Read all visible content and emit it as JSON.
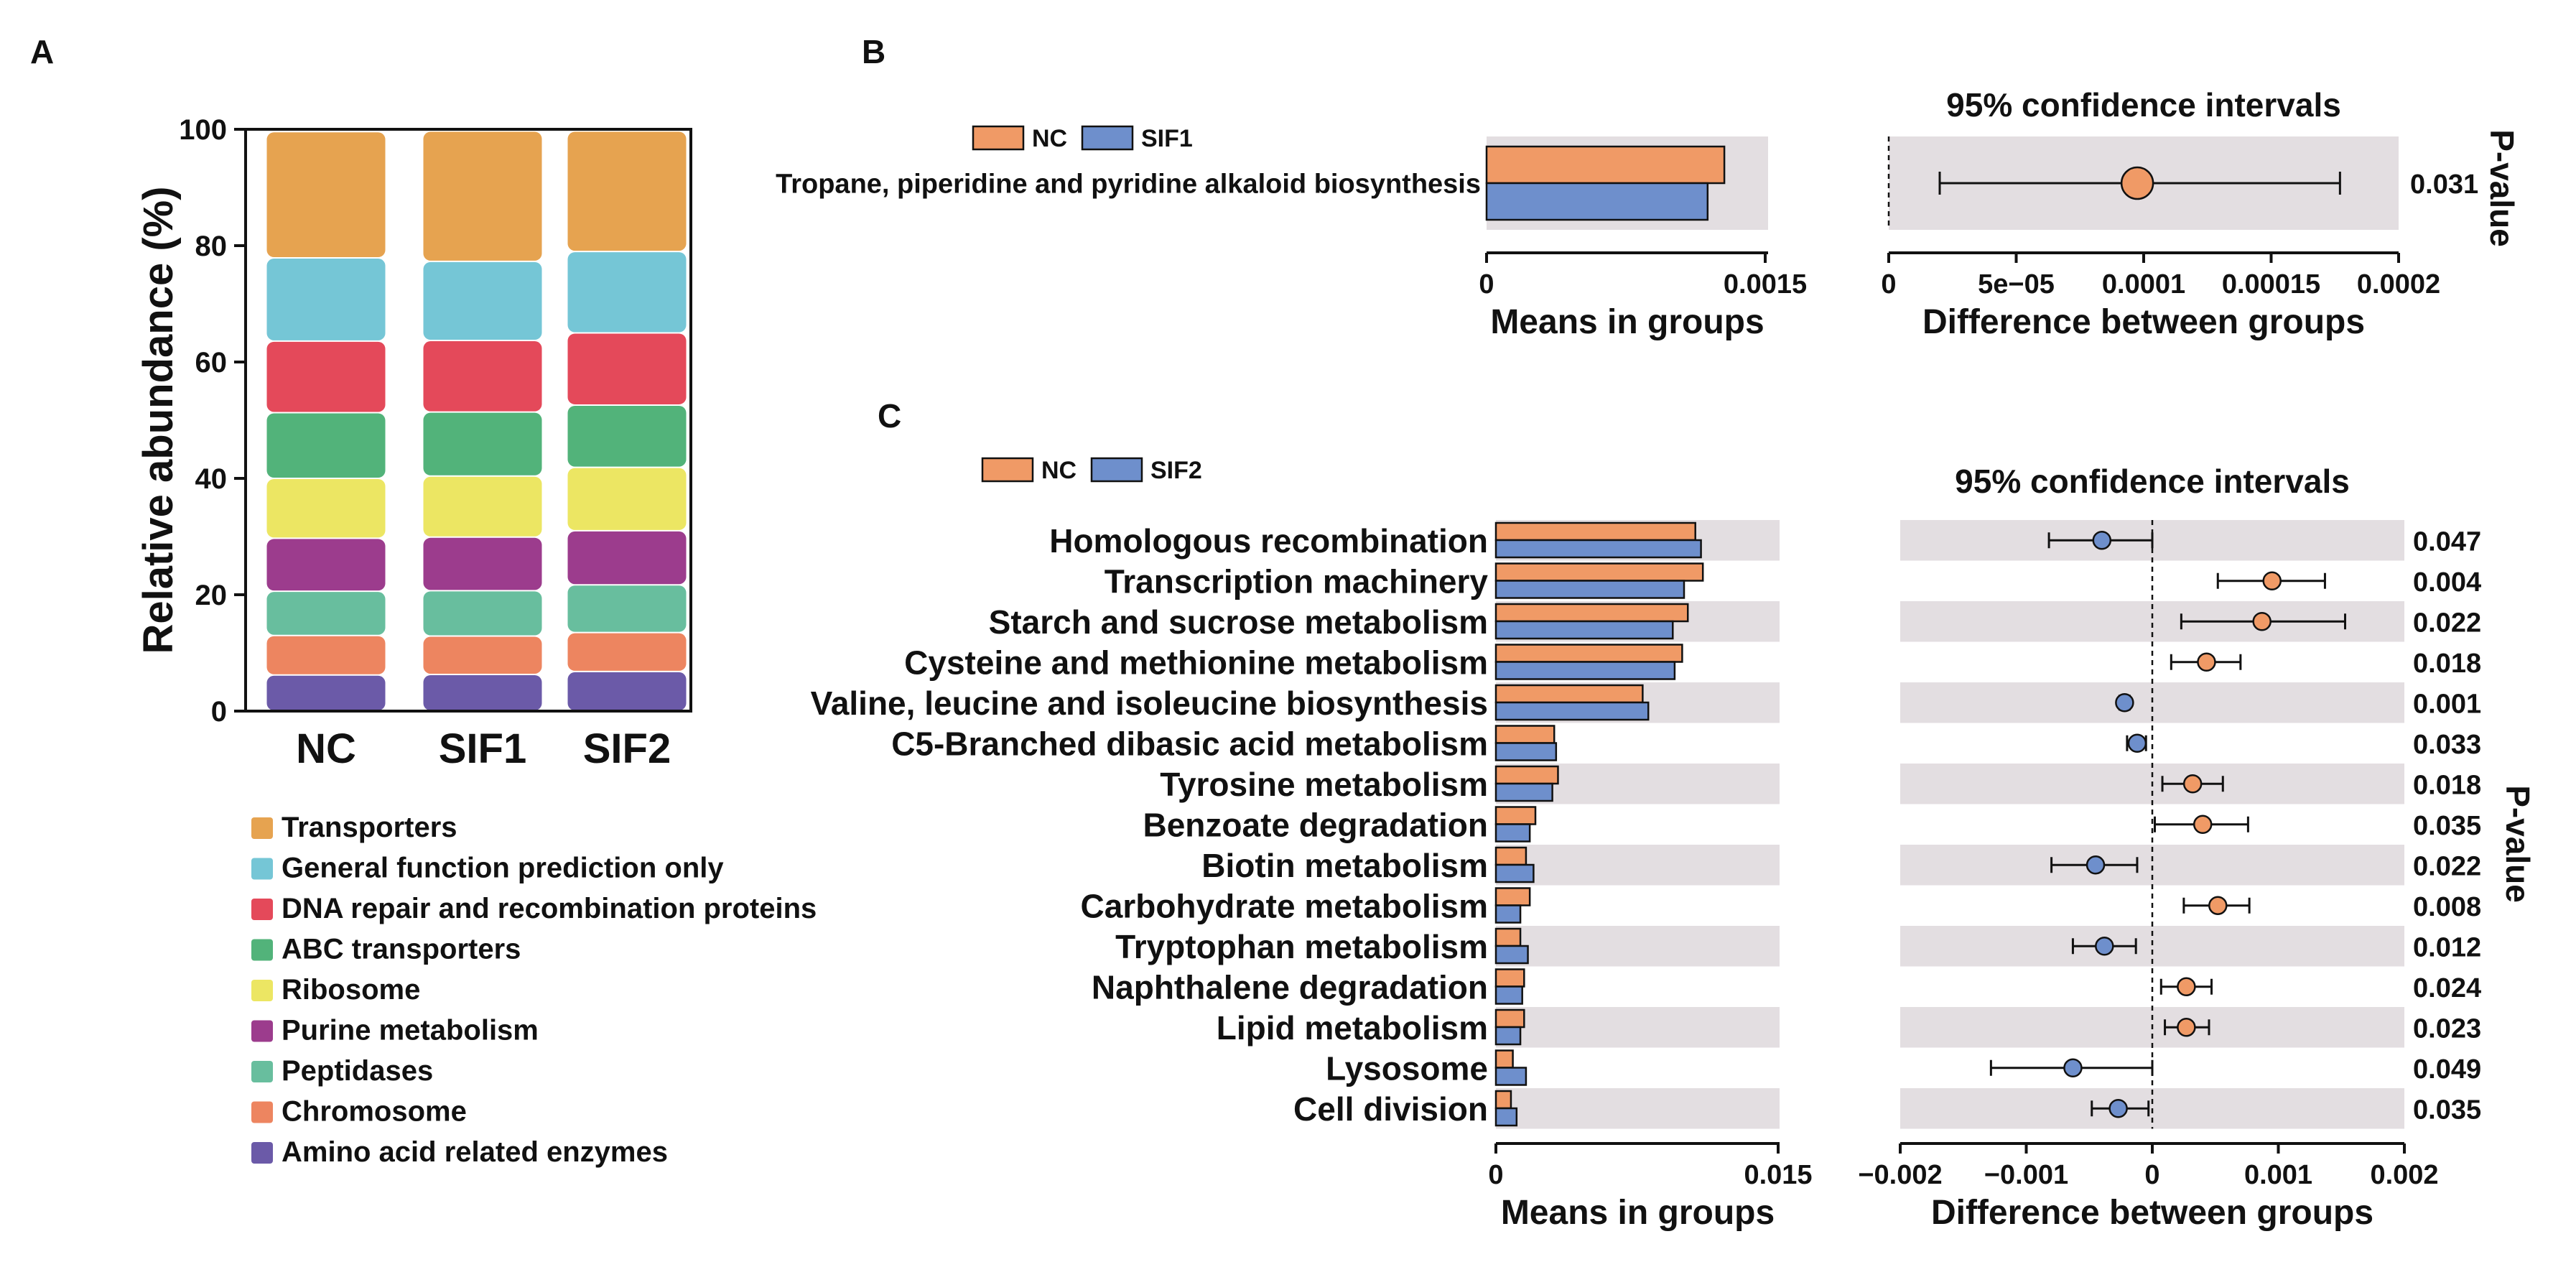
{
  "panel_labels": {
    "a": "A",
    "b": "B",
    "c": "C"
  },
  "colors": {
    "nc": "#F09A66",
    "sif": "#6E8FCC",
    "strip": "#E3DEE1",
    "categories": [
      "#E6A350",
      "#75C6D6",
      "#E4495A",
      "#52B37A",
      "#ECE663",
      "#9C3C8D",
      "#68BE9E",
      "#ED8560",
      "#6B5AA8"
    ]
  },
  "chart_data": [
    {
      "id": "A",
      "type": "bar",
      "stacked": true,
      "ylabel": "Relative abundance (%)",
      "ylim": [
        0,
        100
      ],
      "yticks": [
        0,
        20,
        40,
        60,
        80,
        100
      ],
      "categories": [
        "NC",
        "SIF1",
        "SIF2"
      ],
      "legend": "bottom",
      "series": [
        {
          "name": "Amino acid related enzymes",
          "values": [
            6.2,
            6.3,
            6.8
          ]
        },
        {
          "name": "Chromosome",
          "values": [
            6.8,
            6.6,
            6.7
          ]
        },
        {
          "name": "Peptidases",
          "values": [
            7.6,
            7.8,
            8.2
          ]
        },
        {
          "name": "Purine metabolism",
          "values": [
            9.1,
            9.2,
            9.3
          ]
        },
        {
          "name": "Ribosome",
          "values": [
            10.3,
            10.5,
            10.9
          ]
        },
        {
          "name": "ABC transporters",
          "values": [
            11.3,
            11.0,
            10.7
          ]
        },
        {
          "name": "DNA repair and recombination proteins",
          "values": [
            12.3,
            12.3,
            12.4
          ]
        },
        {
          "name": "General function prediction only",
          "values": [
            14.3,
            13.6,
            14.0
          ]
        },
        {
          "name": "Transporters",
          "values": [
            21.7,
            22.4,
            20.7
          ]
        }
      ]
    },
    {
      "id": "B",
      "type": "bar",
      "orientation": "horizontal",
      "legend": [
        "NC",
        "SIF1"
      ],
      "categories": [
        "Tropane, piperidine and pyridine alkaloid biosynthesis"
      ],
      "means": {
        "xlabel": "Means in groups",
        "xlim": [
          0,
          0.0015
        ],
        "xticks": [
          0,
          0.0015
        ],
        "xticklabels": [
          "0",
          "0.0015"
        ],
        "series": [
          {
            "name": "NC",
            "values": [
              0.00128
            ]
          },
          {
            "name": "SIF1",
            "values": [
              0.00119
            ]
          }
        ]
      },
      "ci": {
        "title": "95% confidence intervals",
        "xlabel": "Difference between groups",
        "xlim": [
          0,
          0.0002
        ],
        "xticks": [
          0,
          5e-05,
          0.0001,
          0.00015,
          0.0002
        ],
        "xticklabels": [
          "0",
          "5e−05",
          "0.0001",
          "0.00015",
          "0.0002"
        ],
        "estimates": [
          9.75e-05
        ],
        "lower": [
          2e-05
        ],
        "upper": [
          0.000177
        ],
        "favored": [
          "NC"
        ]
      },
      "pvalue_label": "P-value",
      "pvalues": [
        "0.031"
      ]
    },
    {
      "id": "C",
      "type": "bar",
      "orientation": "horizontal",
      "legend": [
        "NC",
        "SIF2"
      ],
      "categories": [
        "Homologous recombination",
        "Transcription machinery",
        "Starch and sucrose metabolism",
        "Cysteine and methionine metabolism",
        "Valine, leucine and isoleucine biosynthesis",
        "C5-Branched dibasic acid metabolism",
        "Tyrosine metabolism",
        "Benzoate degradation",
        "Biotin metabolism",
        "Carbohydrate metabolism",
        "Tryptophan metabolism",
        "Naphthalene degradation",
        "Lipid metabolism",
        "Lysosome",
        "Cell division"
      ],
      "means": {
        "xlabel": "Means in groups",
        "xlim": [
          0,
          0.015
        ],
        "xticks": [
          0,
          0.015
        ],
        "xticklabels": [
          "0",
          "0.015"
        ],
        "series": [
          {
            "name": "NC",
            "values": [
              0.0106,
              0.011,
              0.0102,
              0.0099,
              0.0078,
              0.0031,
              0.0033,
              0.0021,
              0.0016,
              0.0018,
              0.0013,
              0.0015,
              0.0015,
              0.0009,
              0.0008
            ]
          },
          {
            "name": "SIF2",
            "values": [
              0.0109,
              0.01,
              0.0094,
              0.0095,
              0.0081,
              0.0032,
              0.003,
              0.0018,
              0.002,
              0.0013,
              0.0017,
              0.0014,
              0.0013,
              0.0016,
              0.0011
            ]
          }
        ]
      },
      "ci": {
        "title": "95% confidence intervals",
        "xlabel": "Difference between groups",
        "xlim": [
          -0.002,
          0.002
        ],
        "xticks": [
          -0.002,
          -0.001,
          0,
          0.001,
          0.002
        ],
        "xticklabels": [
          "−0.002",
          "−0.001",
          "0",
          "0.001",
          "0.002"
        ],
        "estimates": [
          -0.0004,
          0.00095,
          0.00087,
          0.00043,
          -0.00022,
          -0.00012,
          0.00032,
          0.0004,
          -0.00045,
          0.00052,
          -0.00038,
          0.00027,
          0.00027,
          -0.00063,
          -0.00027
        ],
        "lower": [
          -0.00082,
          0.00052,
          0.00023,
          0.00015,
          -0.00026,
          -0.0002,
          8e-05,
          2e-05,
          -0.0008,
          0.00025,
          -0.00063,
          7e-05,
          0.0001,
          -0.00128,
          -0.00048
        ],
        "upper": [
          0.0,
          0.00137,
          0.00153,
          0.0007,
          -0.00018,
          -5e-05,
          0.00056,
          0.00076,
          -0.00012,
          0.00077,
          -0.00013,
          0.00047,
          0.00045,
          0.0,
          -3e-05
        ],
        "favored": [
          "SIF2",
          "NC",
          "NC",
          "NC",
          "SIF2",
          "SIF2",
          "NC",
          "NC",
          "SIF2",
          "NC",
          "SIF2",
          "NC",
          "NC",
          "SIF2",
          "SIF2"
        ]
      },
      "pvalue_label": "P-value",
      "pvalues": [
        "0.047",
        "0.004",
        "0.022",
        "0.018",
        "0.001",
        "0.033",
        "0.018",
        "0.035",
        "0.022",
        "0.008",
        "0.012",
        "0.024",
        "0.023",
        "0.049",
        "0.035"
      ]
    }
  ]
}
